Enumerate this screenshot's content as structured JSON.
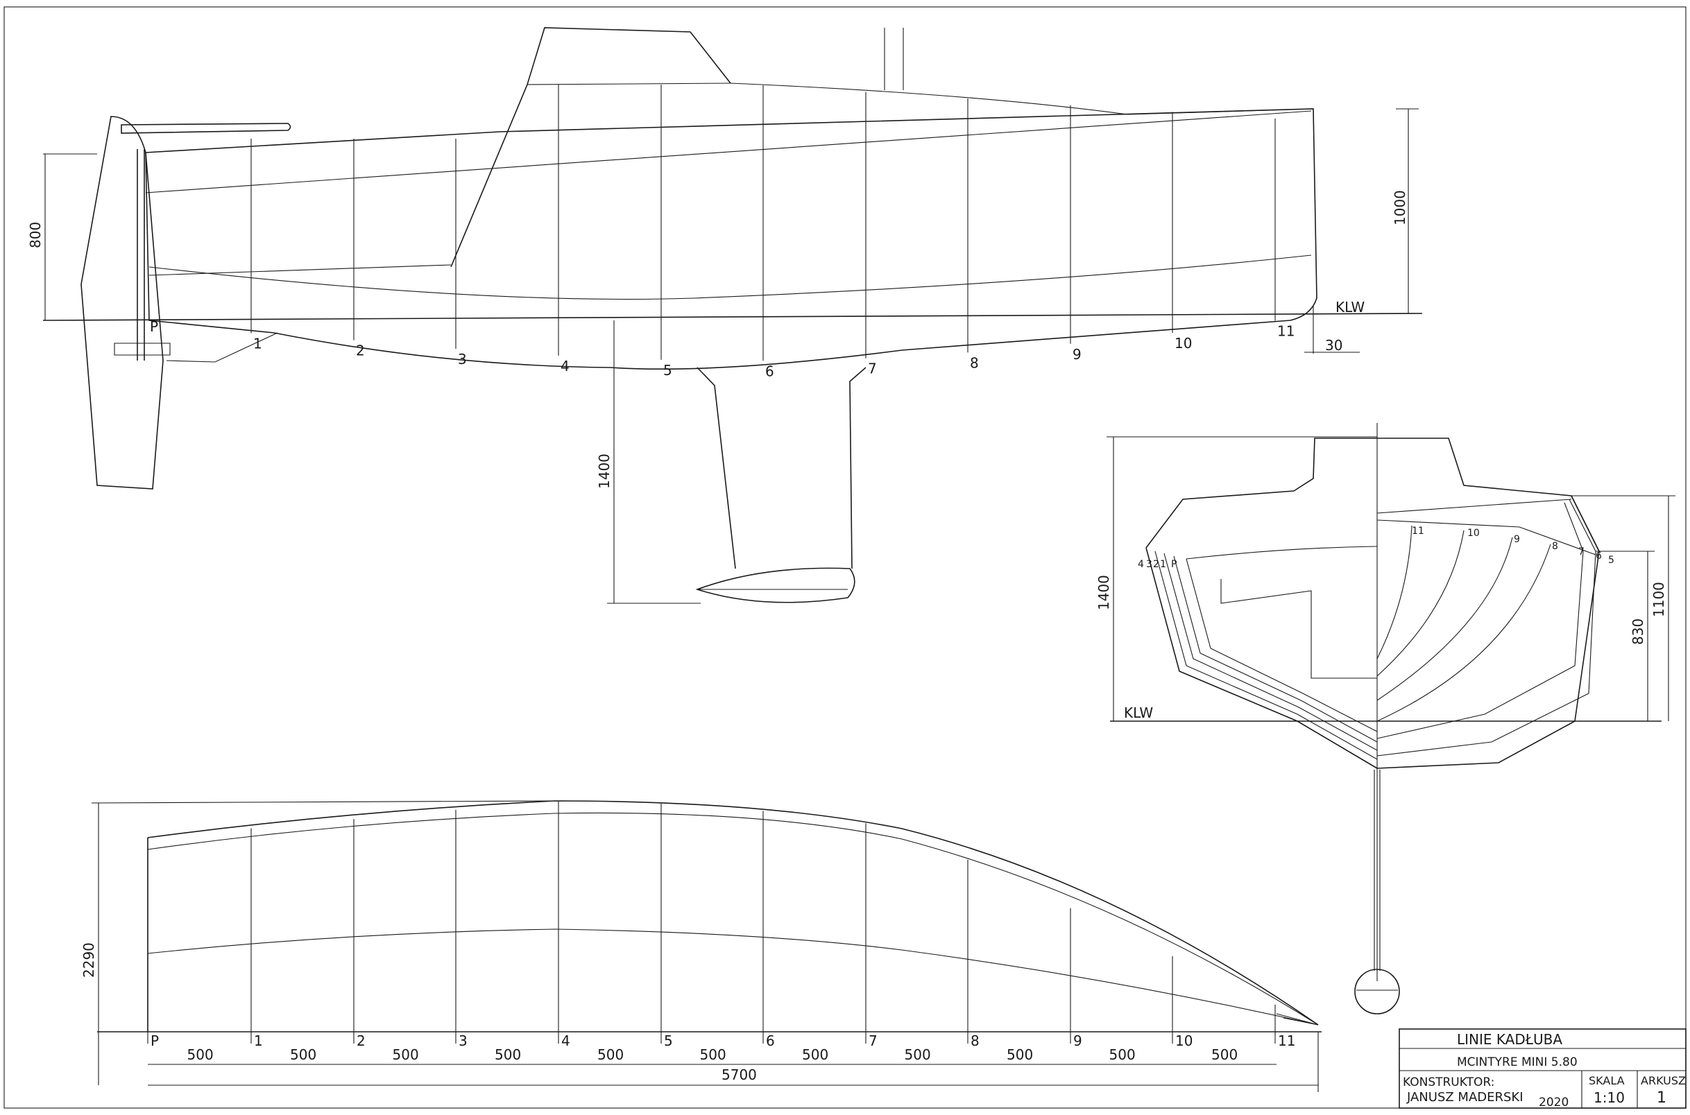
{
  "profile": {
    "station_labels": [
      "P",
      "1",
      "2",
      "3",
      "4",
      "5",
      "6",
      "7",
      "8",
      "9",
      "10",
      "11"
    ],
    "dim_freeboard": "800",
    "dim_height": "1000",
    "dim_draft": "1400",
    "dim_offset": "30",
    "waterline_label": "KLW"
  },
  "body_plan": {
    "left_labels": [
      "4",
      "3",
      "2",
      "1",
      "P"
    ],
    "right_labels": [
      "11",
      "10",
      "9",
      "8",
      "7",
      "6",
      "5"
    ],
    "dim_total": "1400",
    "dim_side": "1100",
    "dim_inner": "830",
    "waterline_label": "KLW"
  },
  "plan_view": {
    "station_labels": [
      "P",
      "1",
      "2",
      "3",
      "4",
      "5",
      "6",
      "7",
      "8",
      "9",
      "10",
      "11"
    ],
    "spacing_labels": [
      "500",
      "500",
      "500",
      "500",
      "500",
      "500",
      "500",
      "500",
      "500",
      "500",
      "500"
    ],
    "total_length": "5700",
    "half_width": "2290"
  },
  "title_block": {
    "title": "LINIE KADŁUBA",
    "subtitle": "MCINTYRE MINI 5.80",
    "designer_label": "KONSTRUKTOR:",
    "designer_name": "JANUSZ MADERSKI",
    "year": "2020",
    "scale_label": "SKALA",
    "scale_value": "1:10",
    "sheet_label": "ARKUSZ",
    "sheet_value": "1"
  }
}
